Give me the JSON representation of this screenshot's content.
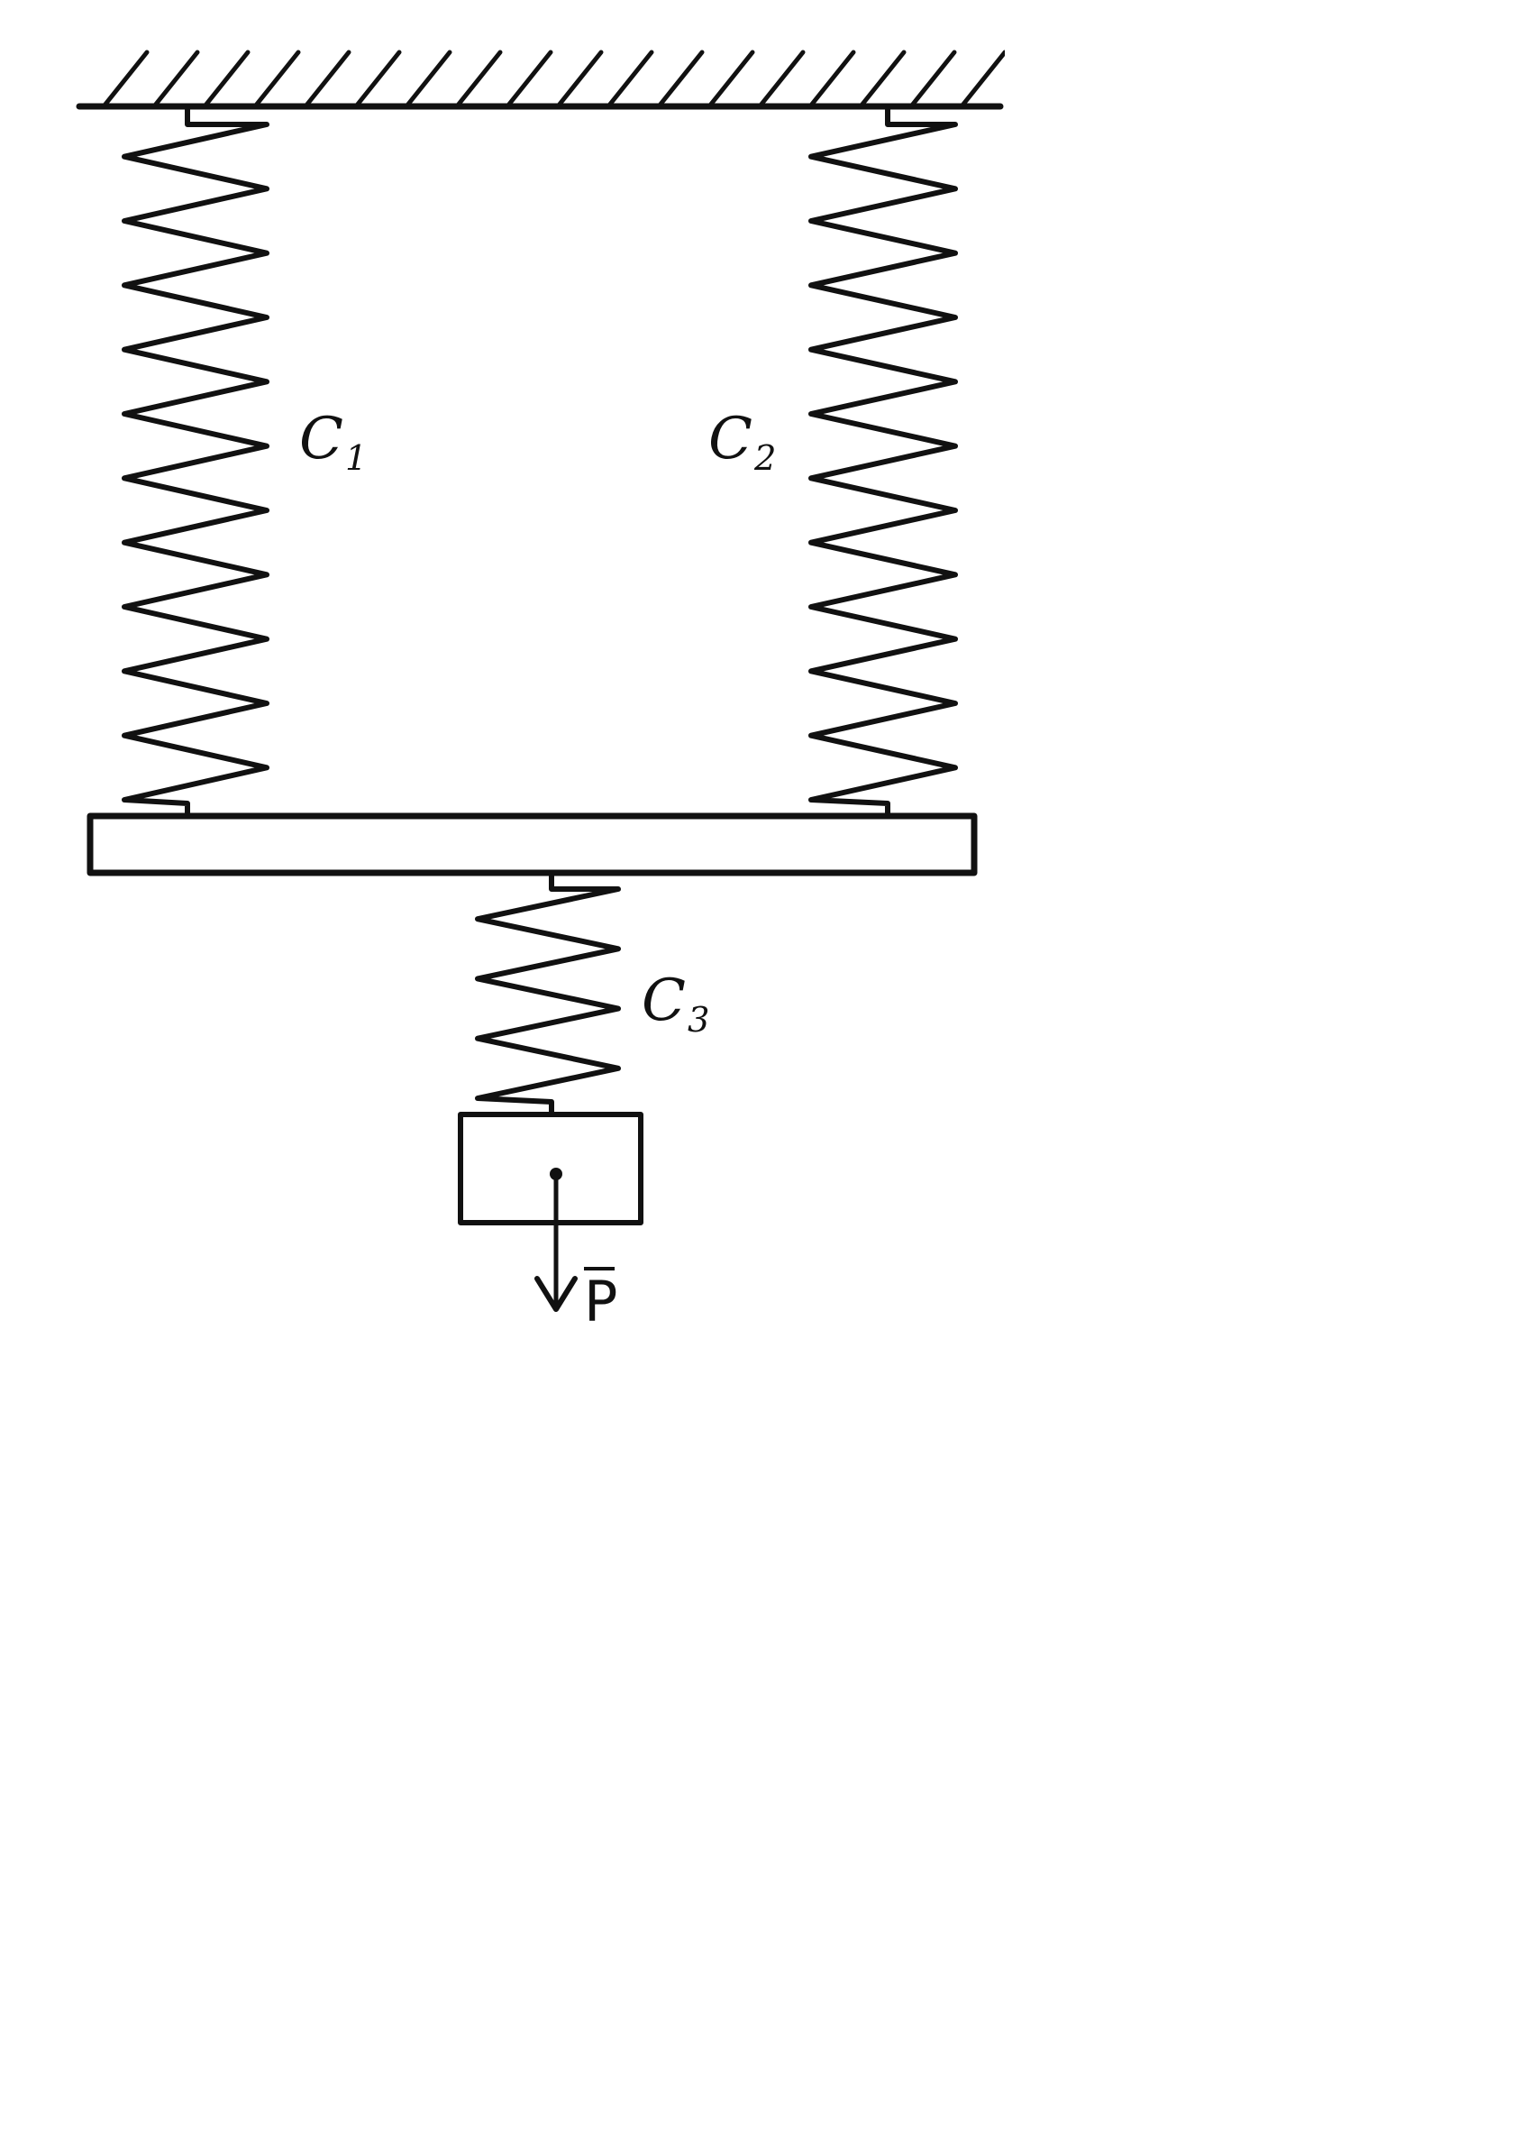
{
  "labels": {
    "spring1": {
      "letter": "C",
      "index": "1"
    },
    "spring2": {
      "letter": "C",
      "index": "2"
    },
    "spring3": {
      "letter": "C",
      "index": "3"
    },
    "load": "P"
  },
  "colors": {
    "ink": "#111111",
    "background": "#ffffff"
  }
}
